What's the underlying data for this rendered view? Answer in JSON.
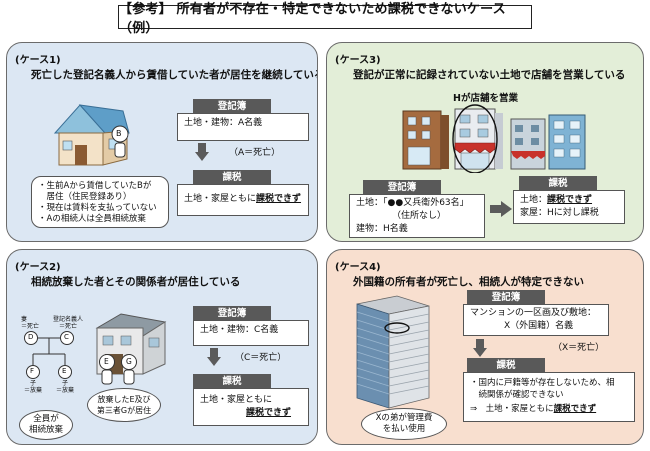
{
  "title": "【参考】 所有者が不存在・特定できないため課税できないケース（例）",
  "case1": {
    "label": "(ケース1)",
    "desc": "死亡した登記名義人から賃借していた者が居住を継続している",
    "registry_header": "登記簿",
    "registry_text": "土地・建物：A名義",
    "death_note": "（A＝死亡）",
    "tax_header": "課税",
    "tax_prefix": "土地・家屋ともに",
    "tax_emph": "課税できず",
    "bubble_lines": [
      "・生前Aから賃借していたBが",
      "　居住（住民登録あり）",
      "・現在は賃料を支払っていない",
      "・Aの相続人は全員相続放棄"
    ],
    "person_label": "B"
  },
  "case2": {
    "label": "(ケース2)",
    "desc": "相続放棄した者とその関係者が居住している",
    "registry_header": "登記簿",
    "registry_text": "土地・建物：C名義",
    "death_note": "（C＝死亡）",
    "tax_header": "課税",
    "tax_line1": "土地・家屋ともに",
    "tax_emph": "課税できず",
    "tree": {
      "wife_label": "妻",
      "wife_status": "＝死亡",
      "owner_label": "登記名義人",
      "owner_status": "＝死亡",
      "d": "D",
      "c": "C",
      "f": "F",
      "e": "E",
      "child1_label": "子",
      "child1_status": "＝放棄",
      "child2_label": "子",
      "child2_status": "＝放棄"
    },
    "residents_bubble": [
      "放棄したE及び",
      "第三者Gが居住"
    ],
    "all_waived": [
      "全員が",
      "相続放棄"
    ],
    "persons": [
      "E",
      "G"
    ]
  },
  "case3": {
    "label": "(ケース3)",
    "desc": "登記が正常に記録されていない土地で店舗を営業している",
    "shop_label": "Hが店舗を営業",
    "registry_header": "登記簿",
    "registry_lines": [
      "土地：「●●又兵衛外63名」",
      "（住所なし）",
      "建物：H名義"
    ],
    "tax_header": "課税",
    "tax_line1_prefix": "土地：",
    "tax_line1_emph": "課税できず",
    "tax_line2": "家屋：Hに対し課税"
  },
  "case4": {
    "label": "(ケース4)",
    "desc": "外国籍の所有者が死亡し、相続人が特定できない",
    "registry_header": "登記簿",
    "registry_lines": [
      "マンションの一区画及び敷地：",
      "X（外国籍）名義"
    ],
    "death_note": "（X＝死亡）",
    "tax_header": "課税",
    "tax_lines": [
      "・国内に戸籍等が存在しないため、相",
      "　続関係が確認できない"
    ],
    "tax_result_prefix": "⇒　土地・家屋ともに",
    "tax_result_emph": "課税できず",
    "bubble_lines": [
      "Xの弟が管理費",
      "を払い使用"
    ]
  }
}
